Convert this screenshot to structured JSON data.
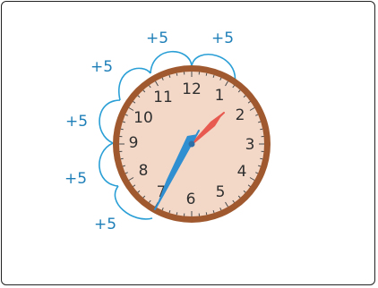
{
  "interval_labels": [
    "+5",
    "+5",
    "+5",
    "+5",
    "+5",
    "+5"
  ],
  "clock": {
    "numbers": [
      "12",
      "1",
      "2",
      "3",
      "4",
      "5",
      "6",
      "7",
      "8",
      "9",
      "10",
      "11"
    ],
    "time_shown": "1:35",
    "hour_hand_color": "#e85a4f",
    "minute_hand_color": "#2f8fd0",
    "face_color": "#f3d8c8",
    "rim_color": "#a0592e"
  },
  "arc_color": "#2a9fd6"
}
